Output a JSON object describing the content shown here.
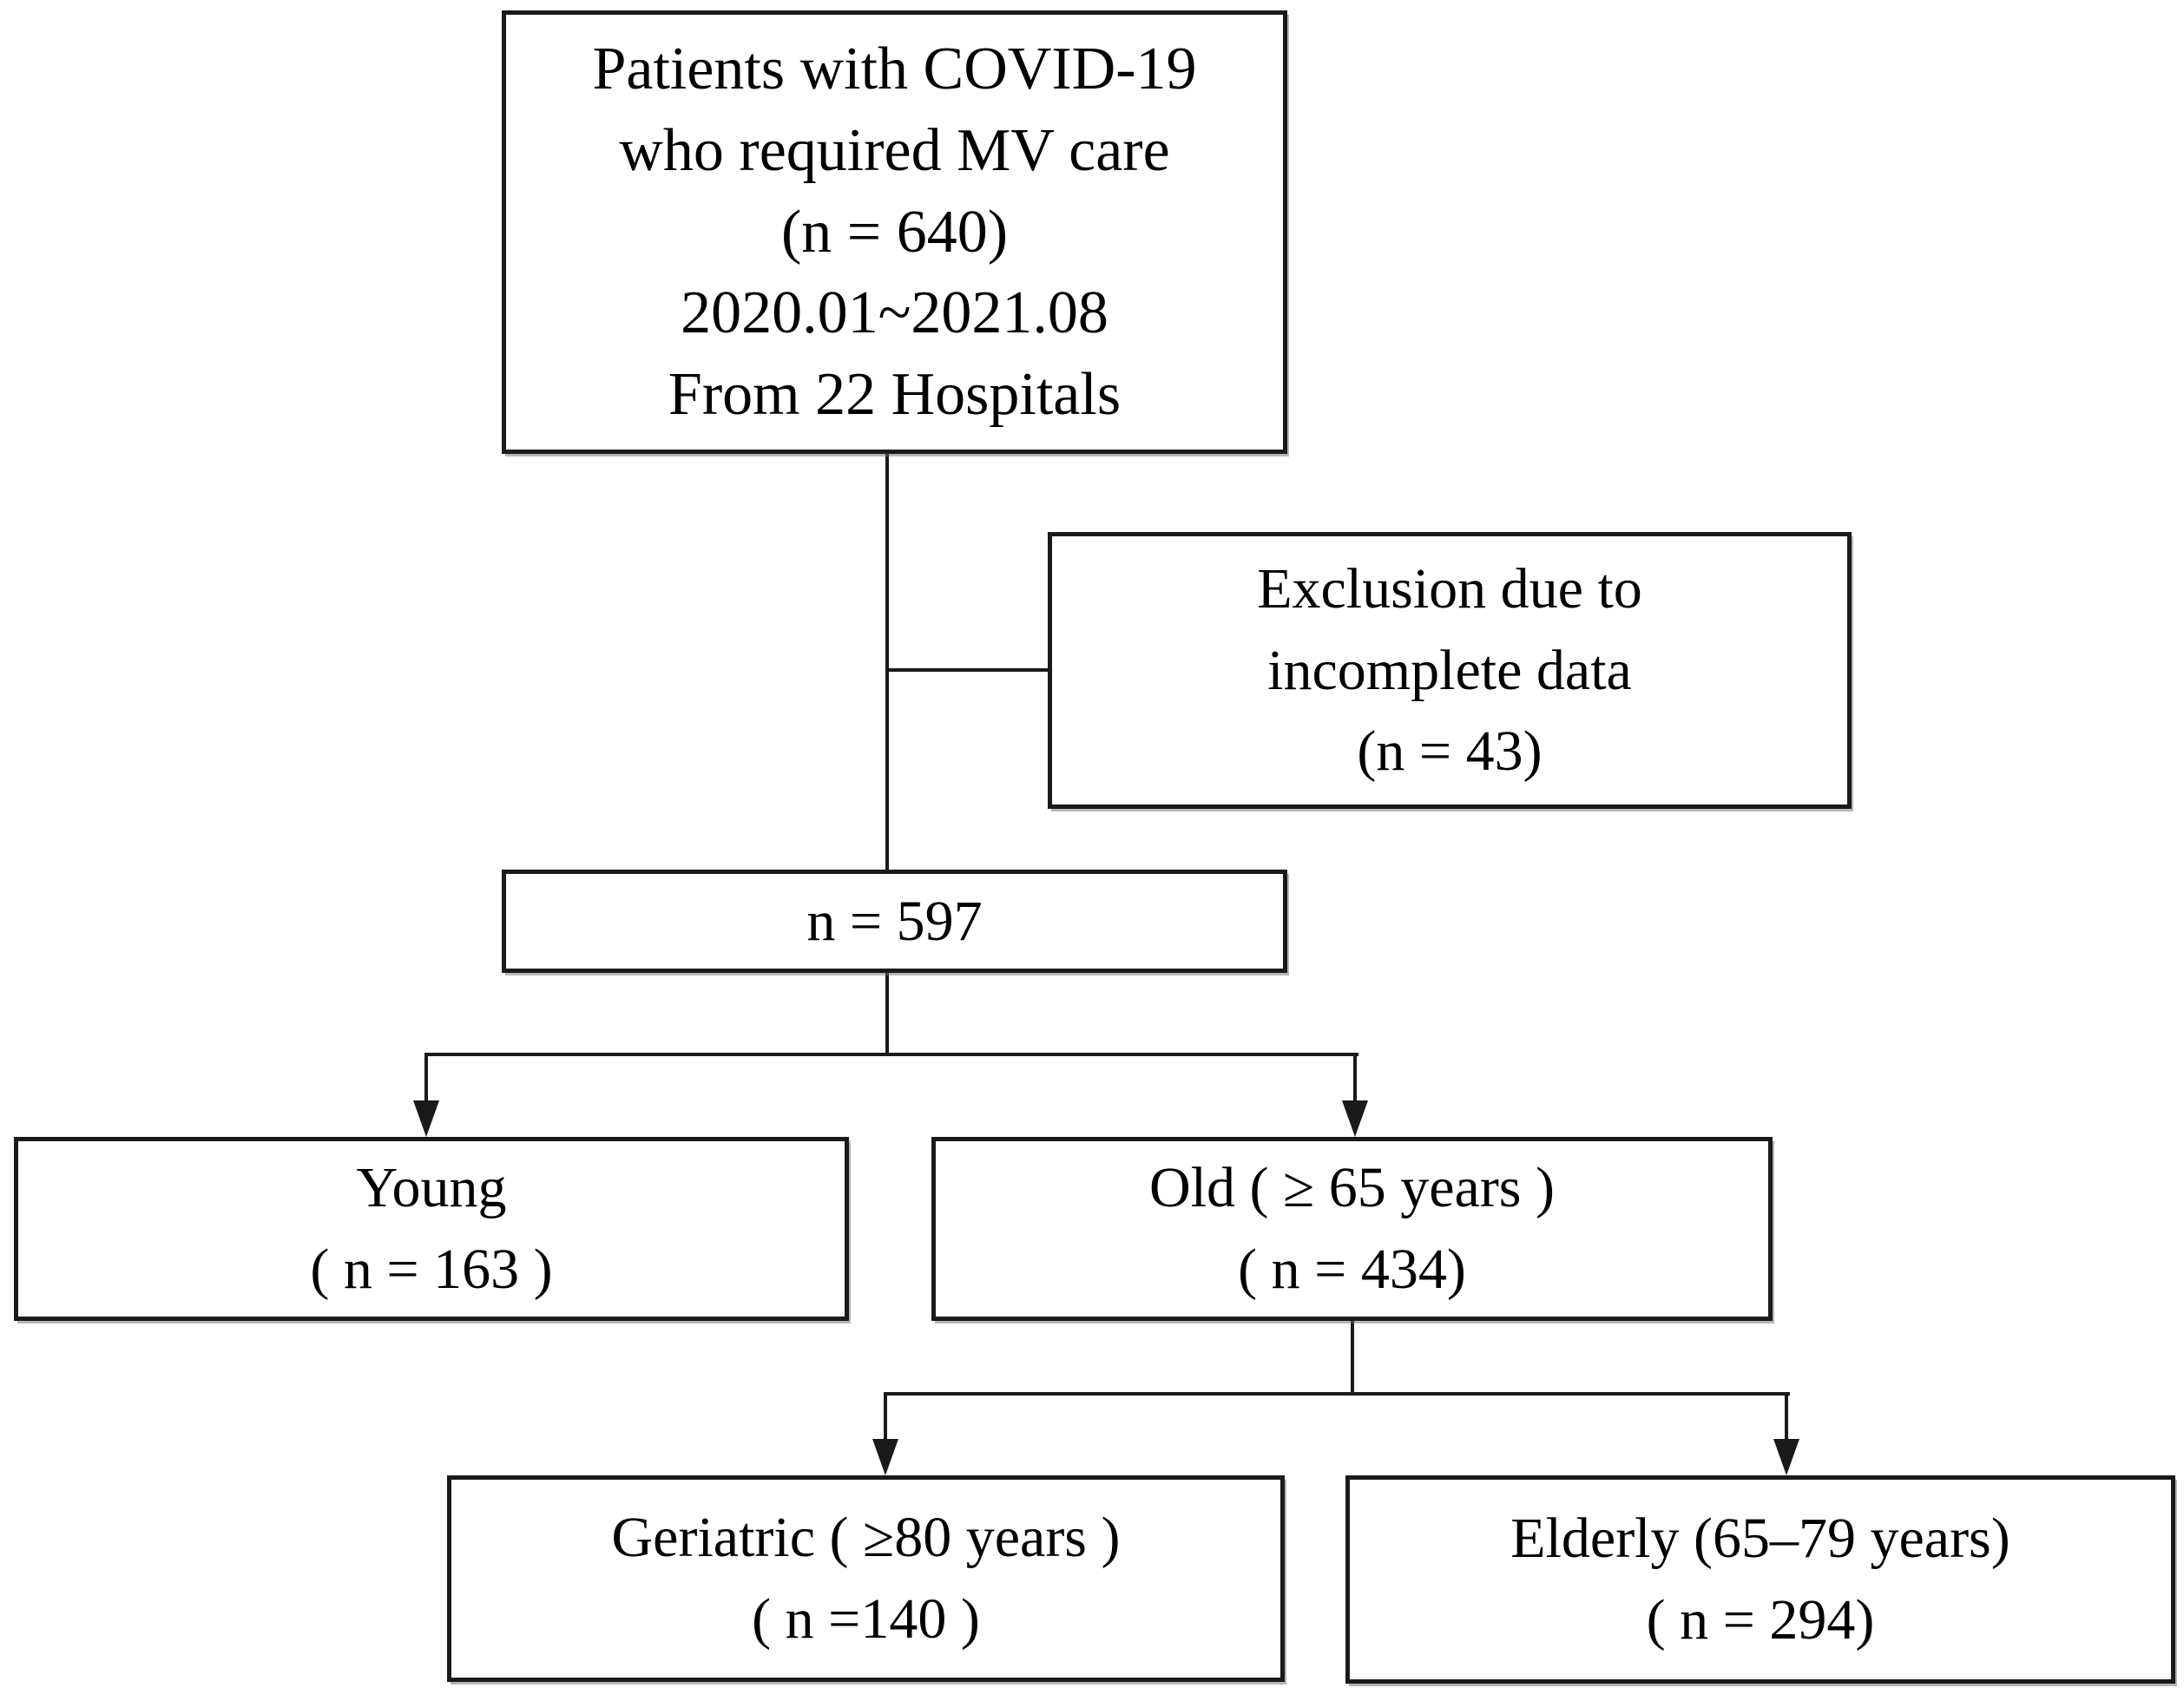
{
  "figure": {
    "background": "#ffffff",
    "line_color": "#1a1a1a",
    "box_fill": "#ffffff",
    "box_border_color": "#1a1a1a",
    "text_color": "#000000"
  },
  "boxes": {
    "enrollment": {
      "lines": [
        "Patients with COVID-19",
        "who required MV care",
        "(n = 640)",
        "2020.01~2021.08",
        "From 22 Hospitals"
      ]
    },
    "exclusion": {
      "lines": [
        "Exclusion due to",
        "incomplete data",
        "(n = 43)"
      ]
    },
    "included": {
      "lines": [
        "n = 597"
      ]
    },
    "young": {
      "lines": [
        "Young",
        "( n = 163 )"
      ]
    },
    "old": {
      "lines": [
        "Old ( ≥ 65 years )",
        "( n = 434)"
      ]
    },
    "geriatric": {
      "lines": [
        "Geriatric ( ≥80 years )",
        "( n =140 )"
      ]
    },
    "elderly": {
      "lines": [
        "Elderly (65–79 years)",
        "( n = 294)"
      ]
    }
  }
}
